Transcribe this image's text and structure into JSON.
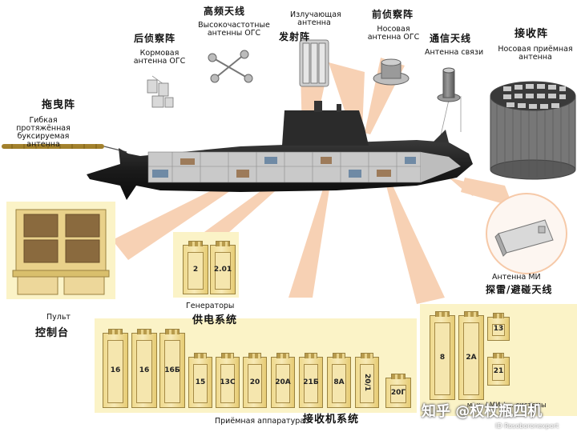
{
  "labels": {
    "towed_cn": "拖曳阵",
    "towed_ru": "Гибкая протяжённая буксируемая антенна",
    "stern_cn": "后侦察阵",
    "stern_ru": "Кормовая антенна ОГС",
    "hf_cn": "高频天线",
    "hf_ru": "Высокочастотные антенны ОГС",
    "emit_ru": "Излучающая антенна",
    "emit_cn": "发射阵",
    "bow_cn": "前侦察阵",
    "bow_ru": "Носовая антенна ОГС",
    "comm_cn": "通信天线",
    "comm_ru": "Антенна связи",
    "recv_cn": "接收阵",
    "recv_ru": "Носовая приёмная антенна",
    "mine_ru": "Антенна МИ",
    "mine_cn": "探雷/避碰天线",
    "console_ru": "Пульт",
    "console_cn": "控制台",
    "gen_ru": "Генераторы",
    "gen_cn": "供电系统",
    "recvsys_ru": "Приёмная аппаратура",
    "recvsys_cn": "接收机系统",
    "mine_sys_partial": "... м. к. / МИ / ... системы"
  },
  "generator_units": [
    "2",
    "2.01"
  ],
  "receiver_units": [
    "16",
    "16",
    "16Б",
    "15",
    "13С",
    "20",
    "20А",
    "21Б",
    "8А",
    "20/1",
    "20Г"
  ],
  "mine_units": [
    "8",
    "2А",
    "13",
    "21"
  ],
  "watermark": {
    "main": "知乎 @权杖瓶四机",
    "sub": "ID Rosoboronexport"
  },
  "colors": {
    "highlight": "#f6c9a8",
    "cabinet": "#f1dc8f",
    "panel": "#fbf3c7",
    "hull": "#1d1d1d"
  }
}
